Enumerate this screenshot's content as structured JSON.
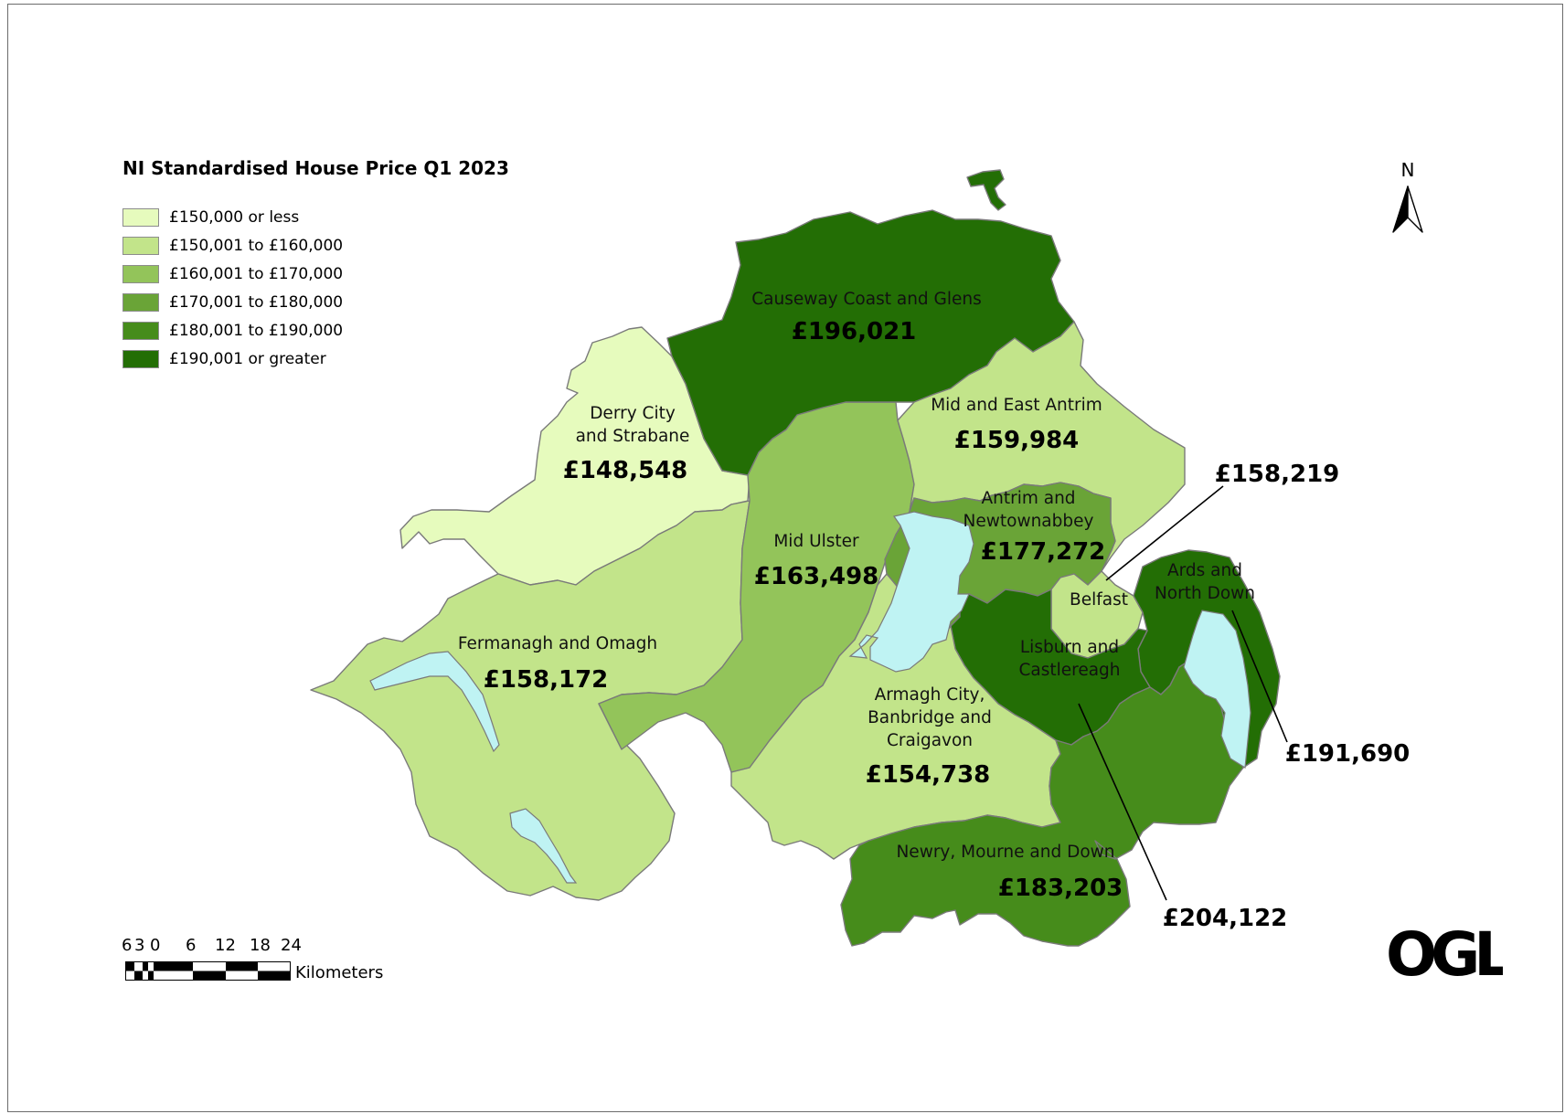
{
  "legend": {
    "title": "NI Standardised House Price Q1 2023",
    "classes": [
      {
        "label": "£150,000 or less",
        "color": "#e6fbbd"
      },
      {
        "label": "£150,001 to £160,000",
        "color": "#c2e48a"
      },
      {
        "label": "£160,001 to £170,000",
        "color": "#93c45a"
      },
      {
        "label": "£170,001 to £180,000",
        "color": "#6aa437"
      },
      {
        "label": "£180,001 to £190,000",
        "color": "#468c1b"
      },
      {
        "label": "£190,001 or greater",
        "color": "#236e05"
      }
    ]
  },
  "water_color": "#bff3f3",
  "regions": {
    "causeway": {
      "name": "Causeway Coast and Glens",
      "value": "£196,021",
      "class": 5
    },
    "derry": {
      "name_line1": "Derry City",
      "name_line2": "and Strabane",
      "value": "£148,548",
      "class": 0
    },
    "mideast": {
      "name": "Mid and East Antrim",
      "value": "£159,984",
      "class": 1
    },
    "antrim": {
      "name_line1": "Antrim and",
      "name_line2": "Newtownabbey",
      "value": "£177,272",
      "class": 3
    },
    "belfast": {
      "name": "Belfast",
      "value": "£158,219",
      "class": 1
    },
    "midulster": {
      "name": "Mid Ulster",
      "value": "£163,498",
      "class": 2
    },
    "fermanagh": {
      "name": "Fermanagh and Omagh",
      "value": "£158,172",
      "class": 1
    },
    "ards": {
      "name_line1": "Ards and",
      "name_line2": "North Down",
      "value": "£191,690",
      "class": 5
    },
    "lisburn": {
      "name_line1": "Lisburn and",
      "name_line2": "Castlereagh",
      "value": "£204,122",
      "class": 5
    },
    "armagh": {
      "name_line1": "Armagh City,",
      "name_line2": "Banbridge and",
      "name_line3": "Craigavon",
      "value": "£154,738",
      "class": 1
    },
    "newry": {
      "name": "Newry, Mourne and Down",
      "value": "£183,203",
      "class": 4
    }
  },
  "scale_bar": {
    "ticks": [
      "6",
      "3",
      "0",
      "6",
      "12",
      "18",
      "24"
    ],
    "units": "Kilometers"
  },
  "north_arrow": {
    "label": "N"
  },
  "logo": {
    "text": "OGL"
  }
}
